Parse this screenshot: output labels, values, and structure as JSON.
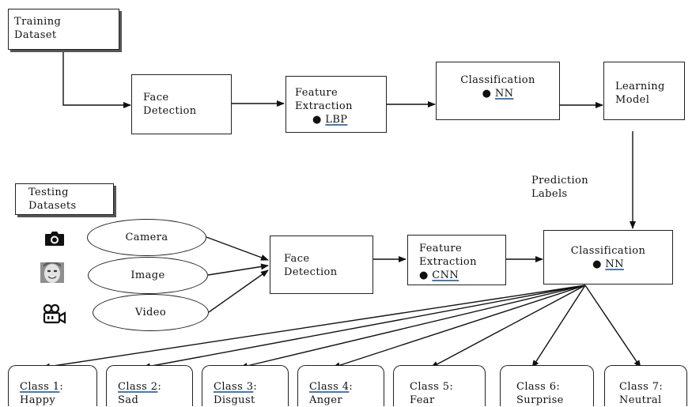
{
  "training": {
    "dataset_label": [
      "Training",
      "Dataset"
    ],
    "face_detection": [
      "Face",
      "Detection"
    ],
    "feature_extraction": {
      "title": [
        "Feature",
        "Extraction"
      ],
      "method": "LBP"
    },
    "classification": {
      "title": "Classification",
      "method": "NN"
    },
    "learning_model": [
      "Learning",
      "Model"
    ]
  },
  "prediction_labels": [
    "Prediction",
    "Labels"
  ],
  "testing": {
    "dataset_label": [
      "Testing",
      "Datasets"
    ],
    "inputs": [
      {
        "label": "Camera",
        "icon": "camera-icon"
      },
      {
        "label": "Image",
        "icon": "face-image-icon"
      },
      {
        "label": "Video",
        "icon": "video-camera-icon"
      }
    ],
    "face_detection": [
      "Face",
      "Detection"
    ],
    "feature_extraction": {
      "title": [
        "Feature",
        "Extraction"
      ],
      "method": "CNN"
    },
    "classification": {
      "title": "Classification",
      "method": "NN"
    }
  },
  "classes": [
    {
      "id": "Class 1",
      "emotion": "Happy"
    },
    {
      "id": "Class 2",
      "emotion": "Sad"
    },
    {
      "id": "Class 3",
      "emotion": "Disgust"
    },
    {
      "id": "Class 4",
      "emotion": "Anger"
    },
    {
      "id": "Class 5",
      "emotion": "Fear"
    },
    {
      "id": "Class 6",
      "emotion": "Surprise"
    },
    {
      "id": "Class 7",
      "emotion": "Neutral"
    }
  ]
}
